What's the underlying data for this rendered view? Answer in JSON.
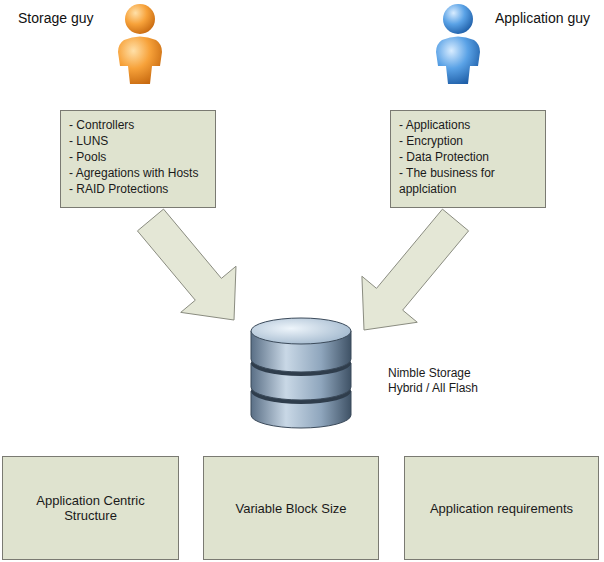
{
  "diagram": {
    "nodes": [
      {
        "text": [
          "- Controllers",
          "- LUNS",
          "- Pools",
          "- Agregations with Hosts",
          "- RAID Protections"
        ]
      },
      {
        "text": [
          "- Applications",
          "- Encryption",
          "- Data Protection",
          "- The business for applciation"
        ]
      },
      {
        "text": [
          "Nimble Storage Hybrid / All Flash"
        ]
      },
      {
        "text": [
          "Application Centric Structure"
        ]
      },
      {
        "text": [
          "Variable Block Size"
        ]
      },
      {
        "text": [
          "Application requirements"
        ]
      }
    ],
    "edges": [
      {
        "from": 0,
        "to": 2,
        "arrow": "to"
      },
      {
        "from": 1,
        "to": 2,
        "arrow": "to"
      }
    ],
    "labels": [
      "Storage guy",
      "Application guy"
    ]
  }
}
